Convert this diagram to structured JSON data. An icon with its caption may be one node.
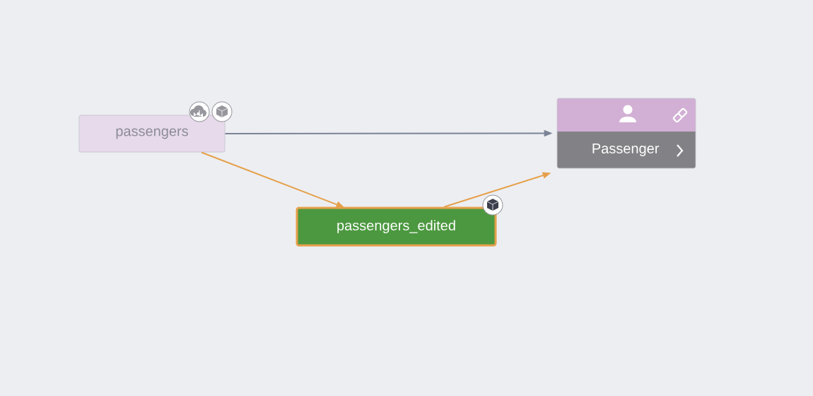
{
  "diagram": {
    "nodes": [
      {
        "text": [
          "passengers"
        ]
      },
      {
        "text": [
          "passengers_edited"
        ]
      },
      {
        "text": [
          "Passenger"
        ]
      }
    ],
    "edges": [
      {
        "from": 0,
        "to": 2,
        "arrow": "to",
        "color": "#7b8396"
      },
      {
        "from": 0,
        "to": 1,
        "arrow": "to"
      },
      {
        "from": 1,
        "to": 2,
        "arrow": "to"
      }
    ]
  }
}
